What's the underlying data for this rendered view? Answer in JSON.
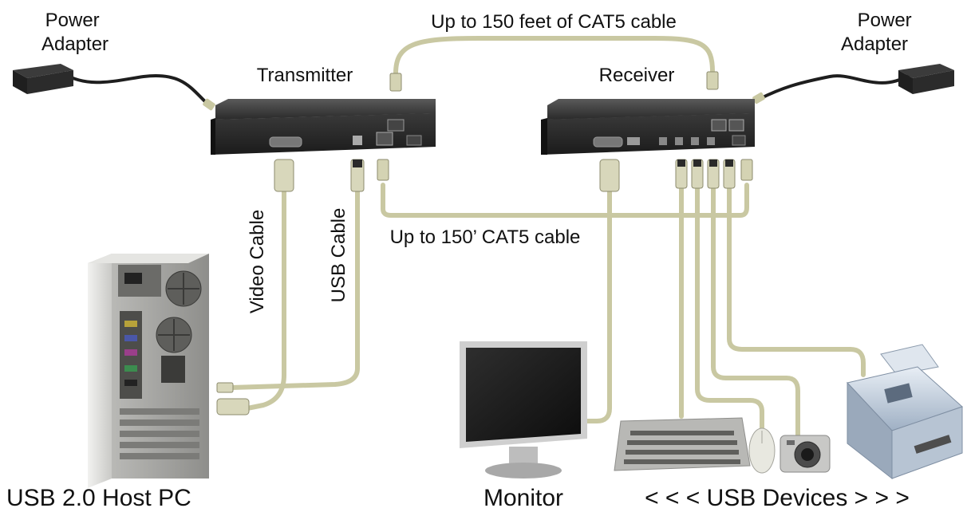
{
  "labels": {
    "power_adapter_left": [
      "Power",
      "Adapter"
    ],
    "power_adapter_right": [
      "Power",
      "Adapter"
    ],
    "transmitter": "Transmitter",
    "receiver": "Receiver",
    "top_cable": "Up to 150 feet of CAT5 cable",
    "mid_cable": "Up to 150’ CAT5 cable",
    "video_cable": "Video Cable",
    "usb_cable": "USB Cable",
    "host_pc": "USB 2.0 Host PC",
    "monitor": "Monitor",
    "usb_devices": "< < < USB Devices > > >"
  },
  "colors": {
    "cable": "#c9c8a2",
    "cable_dark": "#9a9a78",
    "device_dark": "#2b2b2b",
    "text": "#111111"
  }
}
